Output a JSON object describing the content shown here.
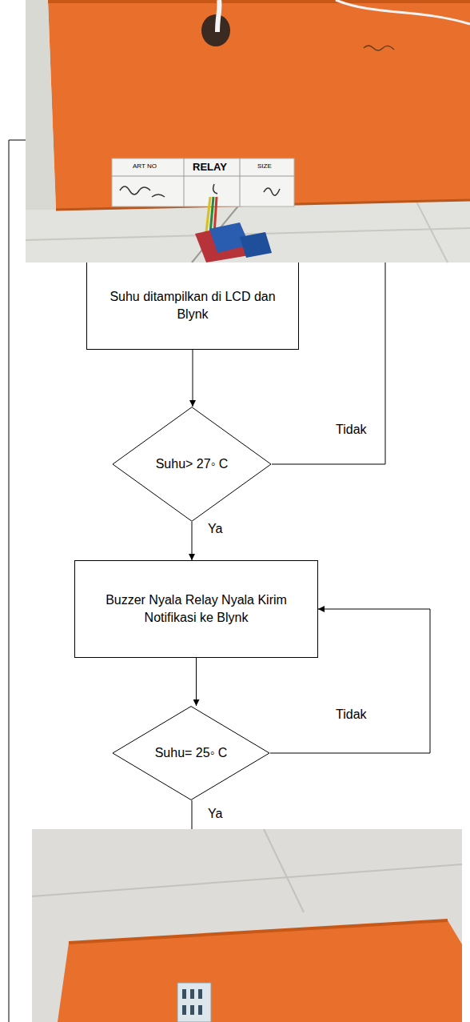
{
  "diagram": {
    "nodes": [
      {
        "text": [
          "Suhu ditampilkan di LCD dan Blynk"
        ]
      },
      {
        "text": [
          "Suhu> 27◦ C"
        ]
      },
      {
        "text": [
          "Buzzer Nyala Relay Nyala Kirim Notifikasi ke Blynk"
        ]
      },
      {
        "text": [
          "Suhu= 25◦ C"
        ]
      }
    ],
    "edges": [
      {
        "from": 0,
        "to": 1,
        "arrow": "to"
      },
      {
        "from": 1,
        "to": 2,
        "label": "Ya",
        "arrow": "to"
      },
      {
        "from": 2,
        "to": 3,
        "arrow": "to"
      },
      {
        "from": 3,
        "to": 2,
        "label": "Tidak",
        "arrow": "to"
      }
    ],
    "labels": [
      "ART NO",
      "RELAY",
      "SIZE",
      "Tidak",
      "Ya"
    ]
  }
}
